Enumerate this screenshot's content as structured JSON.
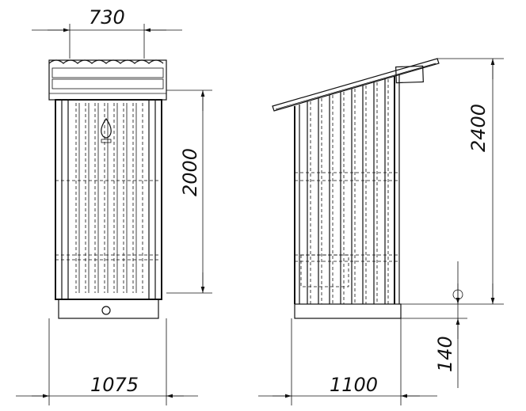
{
  "dimensions": {
    "front_width": "730",
    "front_height": "2000",
    "front_base_width": "1075",
    "side_total_height": "2400",
    "side_base_height": "140",
    "side_depth": "1100"
  }
}
